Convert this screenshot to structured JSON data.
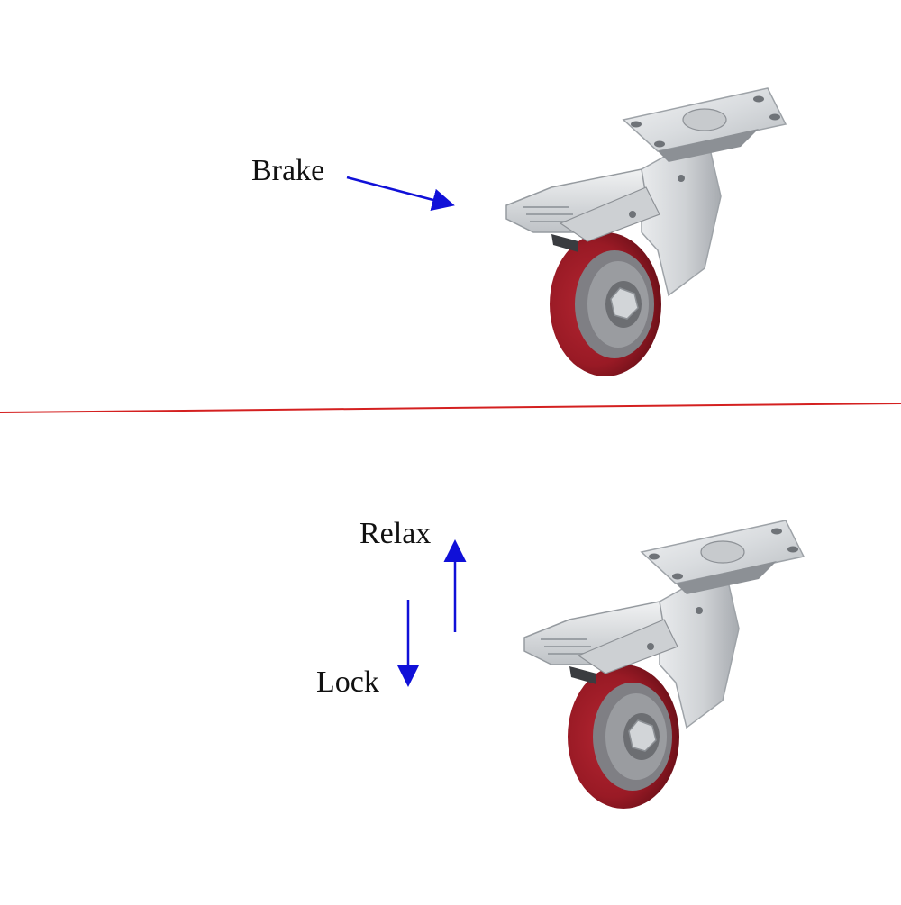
{
  "labels": {
    "brake": "Brake",
    "relax": "Relax",
    "lock": "Lock"
  },
  "colors": {
    "arrow": "#1010d8",
    "divider": "#d42020",
    "wheel": "#9c1a26",
    "hub": "#8a8d92",
    "steel": "#d7dadd",
    "background": "#ffffff"
  },
  "icons": {
    "top_caster": "caster-wheel-with-brake",
    "bottom_caster": "caster-wheel-with-brake",
    "brake_arrow": "arrow-right-icon",
    "relax_arrow": "arrow-up-icon",
    "lock_arrow": "arrow-down-icon"
  }
}
